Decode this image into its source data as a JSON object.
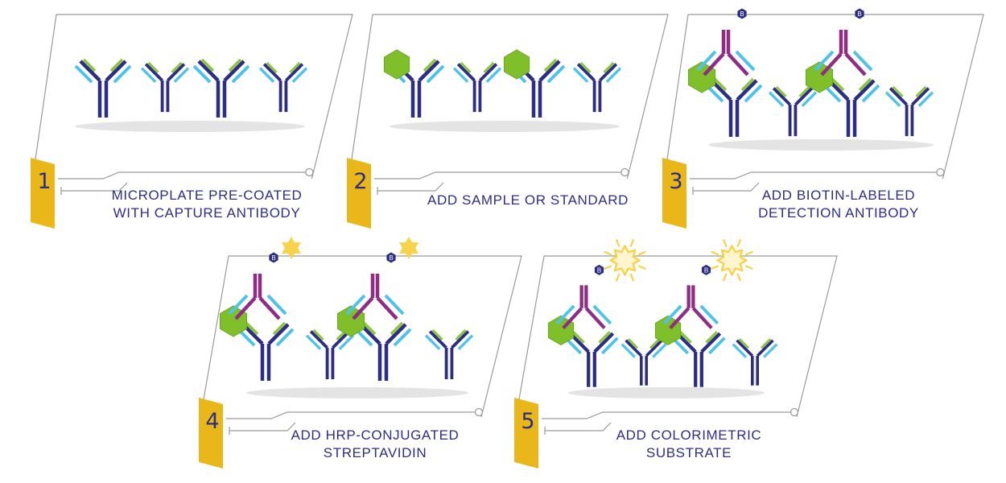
{
  "colors": {
    "heavy_chain": "#2d2e83",
    "light_chain_blue": "#4ec3ea",
    "light_chain_green": "#8cc63f",
    "detection_antibody": "#8f2c84",
    "antigen": "#7fbf2a",
    "biotin": "#2d2e83",
    "hrp_star": "#f7d24a",
    "tab": "#e9b71a",
    "frame_line": "#9a9a9a",
    "plate_shadow": "#e4e4e4",
    "caption_text": "#2d2e83"
  },
  "biotin_label": "B",
  "steps": [
    {
      "number": "1",
      "caption": [
        "MICROPLATE PRE-COATED",
        "WITH CAPTURE ANTIBODY"
      ]
    },
    {
      "number": "2",
      "caption": [
        "ADD SAMPLE OR STANDARD"
      ]
    },
    {
      "number": "3",
      "caption": [
        "ADD BIOTIN-LABELED",
        "DETECTION ANTIBODY"
      ]
    },
    {
      "number": "4",
      "caption": [
        "ADD HRP-CONJUGATED",
        "STREPTAVIDIN"
      ]
    },
    {
      "number": "5",
      "caption": [
        "ADD COLORIMETRIC",
        "SUBSTRATE"
      ]
    }
  ]
}
